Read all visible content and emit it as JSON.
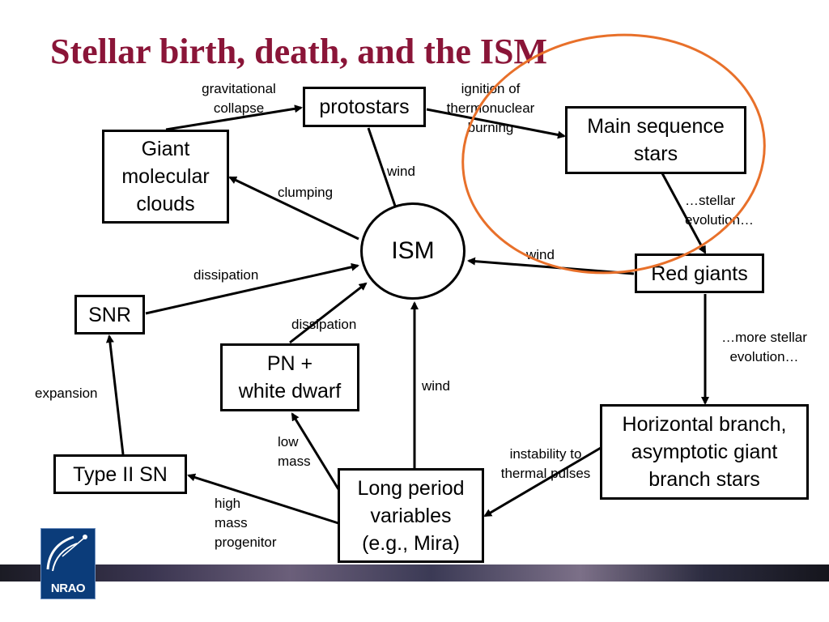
{
  "title": "Stellar birth, death, and the ISM",
  "nodes": {
    "protostars": "protostars",
    "main_sequence": "Main sequence\nstars",
    "giant_molecular_clouds": "Giant\nmolecular\nclouds",
    "ism": "ISM",
    "red_giants": "Red giants",
    "snr": "SNR",
    "pn_white_dwarf": "PN +\nwhite dwarf",
    "horizontal_branch": "Horizontal branch,\nasymptotic giant\nbranch stars",
    "type_ii_sn": "Type II SN",
    "long_period_variables": "Long period\nvariables\n(e.g., Mira)"
  },
  "edge_labels": {
    "gravitational_collapse": "gravitational\ncollapse",
    "ignition": "ignition of\nthermonuclear\nburning",
    "wind_protostars": "wind",
    "clumping": "clumping",
    "stellar_evolution": "…stellar\nevolution…",
    "wind_red_giants": "wind",
    "dissipation_snr": "dissipation",
    "dissipation_pn": "dissipation",
    "more_stellar_evolution": "…more stellar\nevolution…",
    "wind_lpv": "wind",
    "expansion": "expansion",
    "low_mass": "low\nmass",
    "instability": "instability to\nthermal pulses",
    "high_mass": "high\nmass\nprogenitor"
  },
  "colors": {
    "title": "#8a1538",
    "highlight_circle": "#e8702a"
  },
  "logo": {
    "text": "NRAO"
  }
}
